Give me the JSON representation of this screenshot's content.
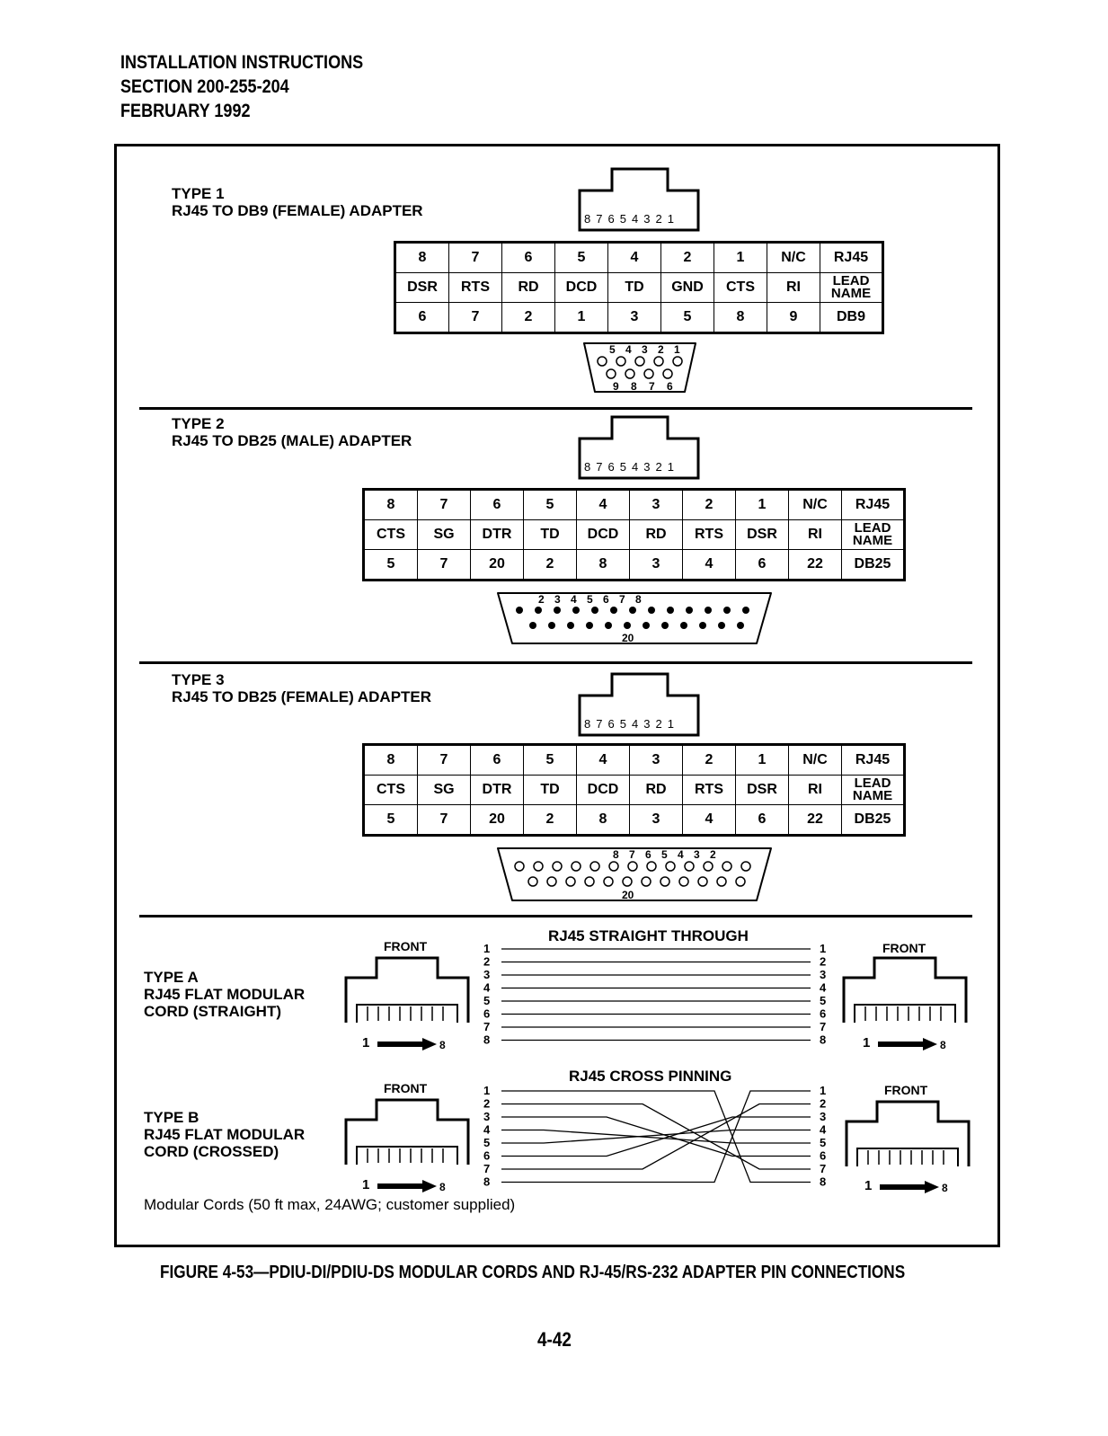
{
  "header": {
    "line1": "INSTALLATION INSTRUCTIONS",
    "line2": "SECTION 200-255-204",
    "line3": "FEBRUARY 1992"
  },
  "rj45_pin_label": "8 7 6 5 4 3 2 1",
  "type1": {
    "title": "TYPE 1",
    "subtitle": "RJ45 TO DB9 (FEMALE) ADAPTER",
    "rj45_row": [
      "8",
      "7",
      "6",
      "5",
      "4",
      "2",
      "1",
      "N/C",
      "RJ45"
    ],
    "lead_row": [
      "DSR",
      "RTS",
      "RD",
      "DCD",
      "TD",
      "GND",
      "CTS",
      "RI"
    ],
    "lead_header": [
      "LEAD",
      "NAME"
    ],
    "db_row": [
      "6",
      "7",
      "2",
      "1",
      "3",
      "5",
      "8",
      "9",
      "DB9"
    ],
    "connector_top": "5 4 3 2 1",
    "connector_bottom": "9 8 7 6"
  },
  "type2": {
    "title": "TYPE 2",
    "subtitle": "RJ45 TO DB25 (MALE) ADAPTER",
    "rj45_row": [
      "8",
      "7",
      "6",
      "5",
      "4",
      "3",
      "2",
      "1",
      "N/C",
      "RJ45"
    ],
    "lead_row": [
      "CTS",
      "SG",
      "DTR",
      "TD",
      "DCD",
      "RD",
      "RTS",
      "DSR",
      "RI"
    ],
    "lead_header": [
      "LEAD",
      "NAME"
    ],
    "db_row": [
      "5",
      "7",
      "20",
      "2",
      "8",
      "3",
      "4",
      "6",
      "22",
      "DB25"
    ],
    "connector_top": "2 3 4 5 6 7 8",
    "connector_bottom": "20"
  },
  "type3": {
    "title": "TYPE 3",
    "subtitle": "RJ45 TO DB25 (FEMALE) ADAPTER",
    "rj45_row": [
      "8",
      "7",
      "6",
      "5",
      "4",
      "3",
      "2",
      "1",
      "N/C",
      "RJ45"
    ],
    "lead_row": [
      "CTS",
      "SG",
      "DTR",
      "TD",
      "DCD",
      "RD",
      "RTS",
      "DSR",
      "RI"
    ],
    "lead_header": [
      "LEAD",
      "NAME"
    ],
    "db_row": [
      "5",
      "7",
      "20",
      "2",
      "8",
      "3",
      "4",
      "6",
      "22",
      "DB25"
    ],
    "connector_top": "8 7 6 5 4 3 2",
    "connector_bottom": "20"
  },
  "typeA": {
    "title": "TYPE A",
    "line2": "RJ45 FLAT  MODULAR",
    "line3": "CORD (STRAIGHT)",
    "diagram_title": "RJ45 STRAIGHT THROUGH",
    "front_left": "FRONT",
    "front_right": "FRONT",
    "arrow_start": "1",
    "arrow_end": "8",
    "pins": [
      "1",
      "2",
      "3",
      "4",
      "5",
      "6",
      "7",
      "8"
    ]
  },
  "typeB": {
    "title": "TYPE B",
    "line2": "RJ45 FLAT  MODULAR",
    "line3": "CORD (CROSSED)",
    "diagram_title": "RJ45 CROSS PINNING",
    "front_left": "FRONT",
    "front_right": "FRONT",
    "arrow_start": "1",
    "arrow_end": "8",
    "pins": [
      "1",
      "2",
      "3",
      "4",
      "5",
      "6",
      "7",
      "8"
    ]
  },
  "note": "Modular Cords (50 ft max, 24AWG; customer supplied)",
  "caption": "FIGURE 4-53—PDIU-DI/PDIU-DS MODULAR CORDS AND RJ-45/RS-232 ADAPTER PIN CONNECTIONS",
  "page_number": "4-42"
}
